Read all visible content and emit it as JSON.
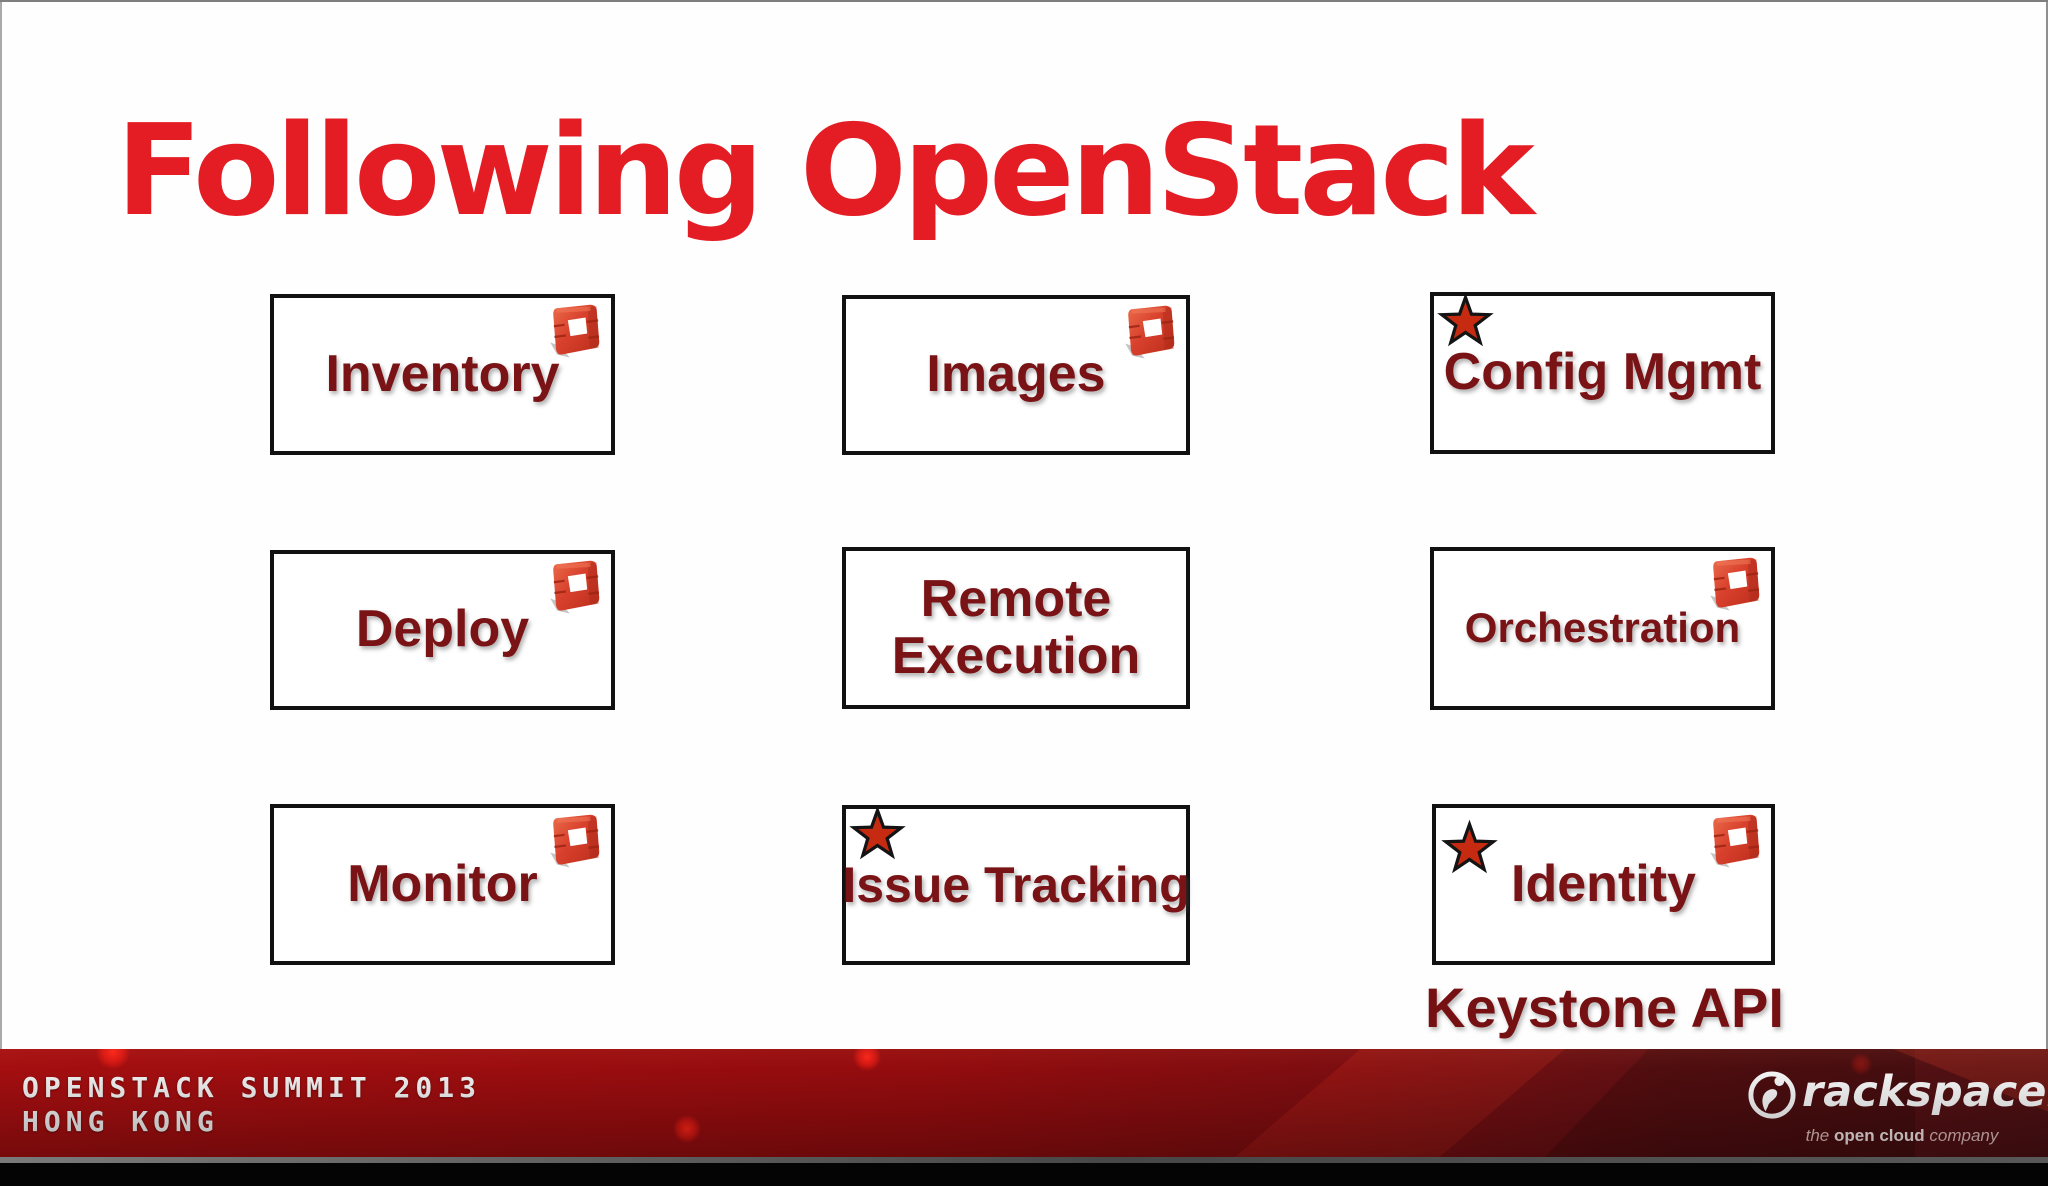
{
  "slide": {
    "title": "Following OpenStack",
    "boxes": [
      {
        "label": "Inventory",
        "icons": [
          "openstack-cube"
        ]
      },
      {
        "label": "Images",
        "icons": [
          "openstack-cube"
        ]
      },
      {
        "label": "Config Mgmt",
        "icons": [
          "star"
        ]
      },
      {
        "label": "Deploy",
        "icons": [
          "openstack-cube"
        ]
      },
      {
        "label": "Remote Execution",
        "icons": []
      },
      {
        "label": "Orchestration",
        "icons": [
          "openstack-cube"
        ]
      },
      {
        "label": "Monitor",
        "icons": [
          "openstack-cube"
        ]
      },
      {
        "label": "Issue Tracking",
        "icons": [
          "star"
        ]
      },
      {
        "label": "Identity",
        "icons": [
          "star",
          "openstack-cube"
        ]
      }
    ],
    "annotation": "Keystone API",
    "colors": {
      "title": "#e41d25",
      "box_text": "#7a1316",
      "box_border": "#111111",
      "star": "#c62a10",
      "cube": "#d8402c"
    }
  },
  "footer": {
    "line1": "OPENSTACK SUMMIT 2013",
    "line2": "HONG KONG",
    "rackspace": {
      "brand": "rackspace",
      "period": ".",
      "tagline_pre": "the ",
      "tagline_bold": "open cloud",
      "tagline_post": " company"
    },
    "colors": {
      "bar_left": "#a40e10",
      "bar_right": "#4c1013",
      "text": "#efefef"
    }
  }
}
